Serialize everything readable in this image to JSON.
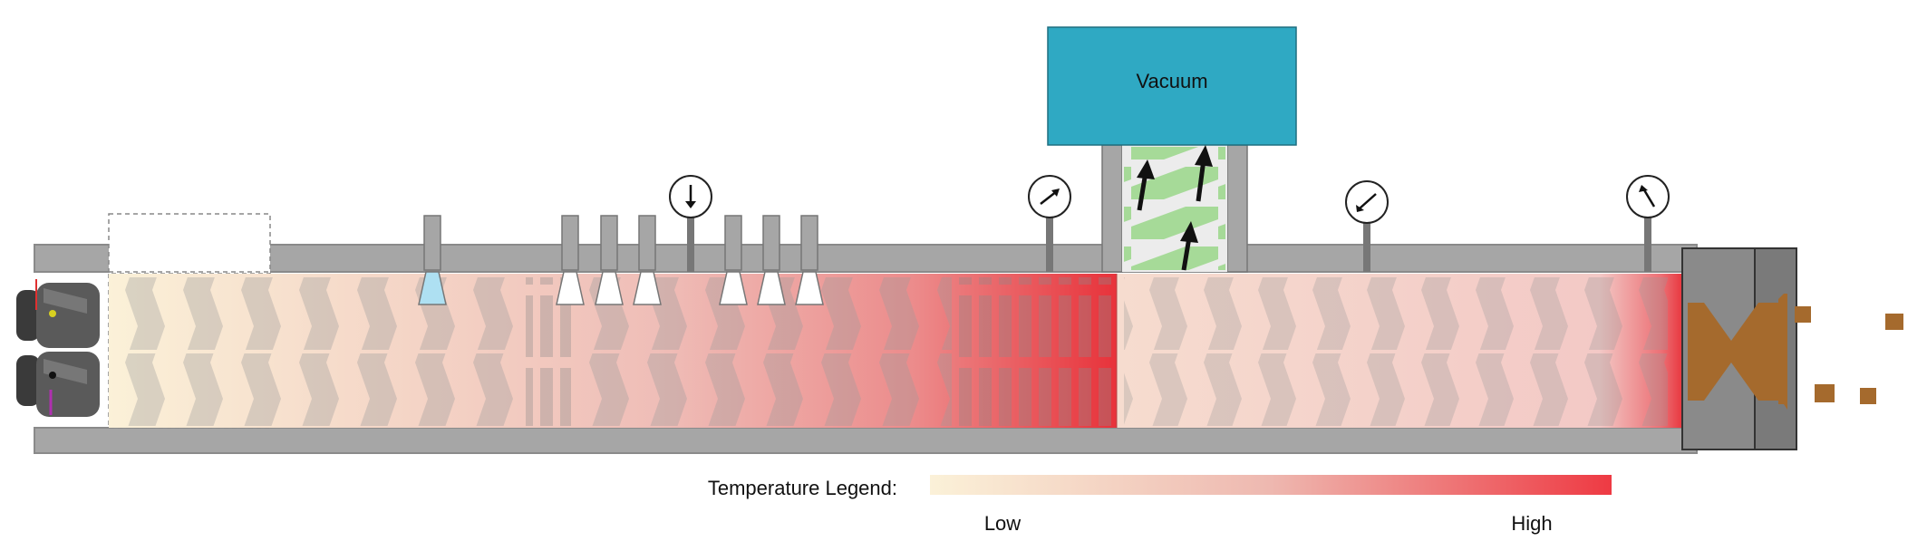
{
  "vacuum": {
    "label": "Vacuum",
    "color": "#2fa9c3"
  },
  "legend": {
    "title": "Temperature Legend:",
    "low_label": "Low",
    "high_label": "High",
    "low_color": "#fbf1d8",
    "high_color": "#ee3a43"
  },
  "colors": {
    "barrel": "#a6a6a6",
    "screw": "#8f8f8f",
    "water_nozzle": "#aee0f2",
    "vent_element": "#9fd98f",
    "pellet": "#a56a2d"
  },
  "icons": {
    "gauges": [
      "pressure-gauge-icon",
      "pressure-gauge-icon",
      "pressure-gauge-icon",
      "pressure-gauge-icon"
    ],
    "arrows": "vapor-up-arrow-icon",
    "motor": "gearbox-motor-icon"
  }
}
